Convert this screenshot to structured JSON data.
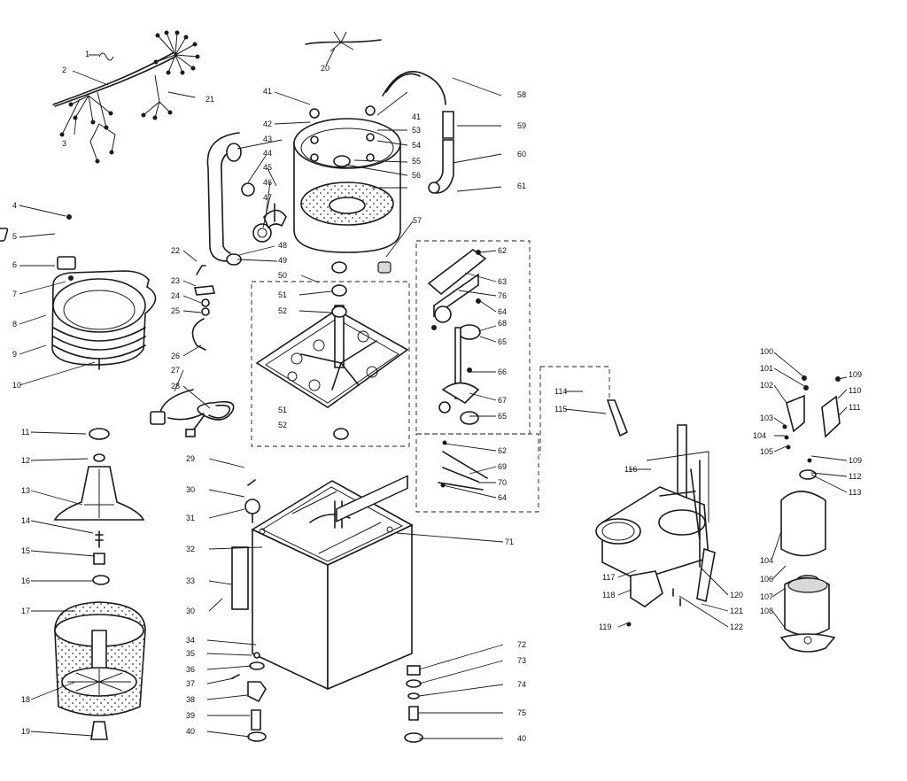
{
  "labels": {
    "l1": "1",
    "l2": "2",
    "l3": "3",
    "l4": "4",
    "l5": "5",
    "l6": "6",
    "l7": "7",
    "l8": "8",
    "l9": "9",
    "l10": "10",
    "l11": "11",
    "l12": "12",
    "l13": "13",
    "l14": "14",
    "l15": "15",
    "l16": "16",
    "l17": "17",
    "l18": "18",
    "l19": "19",
    "l20": "20",
    "l21": "21",
    "l22": "22",
    "l23": "23",
    "l24": "24",
    "l25": "25",
    "l26": "26",
    "l27": "27",
    "l28": "28",
    "l29": "29",
    "l30": "30",
    "l31": "31",
    "l32": "32",
    "l33": "33",
    "l34": "34",
    "l35": "35",
    "l36": "36",
    "l37": "37",
    "l38": "38",
    "l39": "39",
    "l40": "40",
    "l41": "41",
    "l42": "42",
    "l43": "43",
    "l44": "44",
    "l45": "45",
    "l46": "46",
    "l47": "47",
    "l48": "48",
    "l49": "49",
    "l50": "50",
    "l51": "51",
    "l52": "52",
    "l53": "53",
    "l54": "54",
    "l55": "55",
    "l56": "56",
    "l57": "57",
    "l58": "58",
    "l59": "59",
    "l60": "60",
    "l61": "61",
    "l62": "62",
    "l63": "63",
    "l64": "64",
    "l65": "65",
    "l66": "66",
    "l67": "67",
    "l68": "68",
    "l69": "69",
    "l70": "70",
    "l71": "71",
    "l72": "72",
    "l73": "73",
    "l74": "74",
    "l75": "75",
    "l76": "76",
    "l100": "100",
    "l101": "101",
    "l102": "102",
    "l103": "103",
    "l104": "104",
    "l105": "105",
    "l106": "106",
    "l107": "107",
    "l108": "108",
    "l109": "109",
    "l110": "110",
    "l111": "111",
    "l112": "112",
    "l113": "113",
    "l114": "114",
    "l115": "115",
    "l116": "116",
    "l117": "117",
    "l118": "118",
    "l119": "119",
    "l120": "120",
    "l121": "121",
    "l122": "122"
  }
}
